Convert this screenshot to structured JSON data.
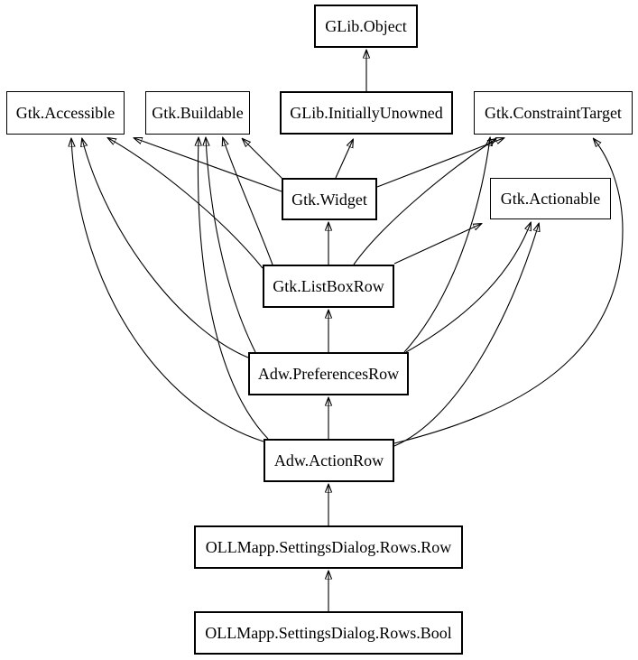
{
  "diagram": {
    "type": "class-inheritance-graph",
    "background_color": "#ffffff",
    "line_color": "#000000",
    "text_color": "#000000",
    "nodes": [
      {
        "id": "glib-object",
        "label": "GLib.Object",
        "emphasis": "bold"
      },
      {
        "id": "gtk-accessible",
        "label": "Gtk.Accessible",
        "emphasis": "normal"
      },
      {
        "id": "gtk-buildable",
        "label": "Gtk.Buildable",
        "emphasis": "normal"
      },
      {
        "id": "glib-initiallyunowned",
        "label": "GLib.InitiallyUnowned",
        "emphasis": "bold"
      },
      {
        "id": "gtk-constrainttarget",
        "label": "Gtk.ConstraintTarget",
        "emphasis": "normal"
      },
      {
        "id": "gtk-widget",
        "label": "Gtk.Widget",
        "emphasis": "bold"
      },
      {
        "id": "gtk-actionable",
        "label": "Gtk.Actionable",
        "emphasis": "normal"
      },
      {
        "id": "gtk-listboxrow",
        "label": "Gtk.ListBoxRow",
        "emphasis": "bold"
      },
      {
        "id": "adw-preferencesrow",
        "label": "Adw.PreferencesRow",
        "emphasis": "bold"
      },
      {
        "id": "adw-actionrow",
        "label": "Adw.ActionRow",
        "emphasis": "bold"
      },
      {
        "id": "ollmapp-row",
        "label": "OLLMapp.SettingsDialog.Rows.Row",
        "emphasis": "bold"
      },
      {
        "id": "ollmapp-bool",
        "label": "OLLMapp.SettingsDialog.Rows.Bool",
        "emphasis": "bold"
      }
    ],
    "edges": [
      {
        "from": "GLib.InitiallyUnowned",
        "to": "GLib.Object"
      },
      {
        "from": "Gtk.Widget",
        "to": "GLib.InitiallyUnowned"
      },
      {
        "from": "Gtk.Widget",
        "to": "Gtk.Accessible"
      },
      {
        "from": "Gtk.Widget",
        "to": "Gtk.Buildable"
      },
      {
        "from": "Gtk.Widget",
        "to": "Gtk.ConstraintTarget"
      },
      {
        "from": "Gtk.ListBoxRow",
        "to": "Gtk.Widget"
      },
      {
        "from": "Gtk.ListBoxRow",
        "to": "Gtk.Accessible"
      },
      {
        "from": "Gtk.ListBoxRow",
        "to": "Gtk.Buildable"
      },
      {
        "from": "Gtk.ListBoxRow",
        "to": "Gtk.ConstraintTarget"
      },
      {
        "from": "Gtk.ListBoxRow",
        "to": "Gtk.Actionable"
      },
      {
        "from": "Adw.PreferencesRow",
        "to": "Gtk.ListBoxRow"
      },
      {
        "from": "Adw.PreferencesRow",
        "to": "Gtk.Accessible"
      },
      {
        "from": "Adw.PreferencesRow",
        "to": "Gtk.Buildable"
      },
      {
        "from": "Adw.PreferencesRow",
        "to": "Gtk.ConstraintTarget"
      },
      {
        "from": "Adw.PreferencesRow",
        "to": "Gtk.Actionable"
      },
      {
        "from": "Adw.ActionRow",
        "to": "Adw.PreferencesRow"
      },
      {
        "from": "Adw.ActionRow",
        "to": "Gtk.Accessible"
      },
      {
        "from": "Adw.ActionRow",
        "to": "Gtk.Buildable"
      },
      {
        "from": "Adw.ActionRow",
        "to": "Gtk.ConstraintTarget"
      },
      {
        "from": "Adw.ActionRow",
        "to": "Gtk.Actionable"
      },
      {
        "from": "OLLMapp.SettingsDialog.Rows.Row",
        "to": "Adw.ActionRow"
      },
      {
        "from": "OLLMapp.SettingsDialog.Rows.Bool",
        "to": "OLLMapp.SettingsDialog.Rows.Row"
      }
    ]
  }
}
